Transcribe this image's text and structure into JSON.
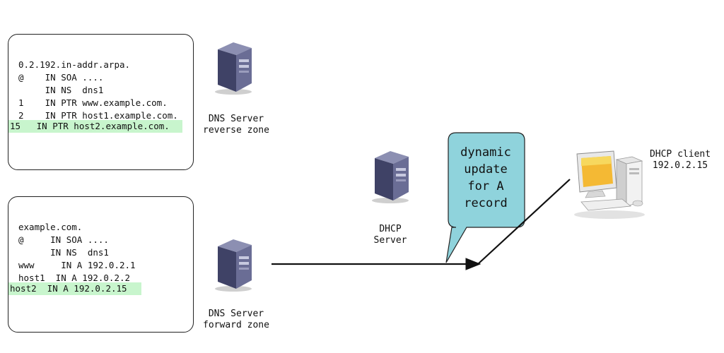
{
  "reverse_zone": {
    "lines": [
      {
        "text": "0.2.192.in-addr.arpa.",
        "highlight": false
      },
      {
        "text": "@    IN SOA ....",
        "highlight": false
      },
      {
        "text": "     IN NS  dns1",
        "highlight": false
      },
      {
        "text": "1    IN PTR www.example.com.",
        "highlight": false
      },
      {
        "text": "2    IN PTR host1.example.com.",
        "highlight": false
      },
      {
        "text": "15   IN PTR host2.example.com.",
        "highlight": true
      }
    ]
  },
  "forward_zone": {
    "lines": [
      {
        "text": "example.com.",
        "highlight": false
      },
      {
        "text": "@     IN SOA ....",
        "highlight": false
      },
      {
        "text": "      IN NS  dns1",
        "highlight": false
      },
      {
        "text": "www     IN A 192.0.2.1",
        "highlight": false
      },
      {
        "text": "host1  IN A 192.0.2.2",
        "highlight": false
      },
      {
        "text": "host2  IN A 192.0.2.15",
        "highlight": true
      }
    ]
  },
  "dns_reverse": {
    "line1": "DNS Server",
    "line2": "reverse zone"
  },
  "dns_forward": {
    "line1": "DNS Server",
    "line2": "forward zone"
  },
  "dhcp_server": {
    "line1": "DHCP",
    "line2": "Server"
  },
  "dhcp_client": {
    "line1": "DHCP client",
    "line2": "192.0.2.15"
  },
  "callout": {
    "line1": "dynamic",
    "line2": "update",
    "line3": "for A",
    "line4": "record"
  },
  "colors": {
    "highlight": "#c8f5cd",
    "callout_fill": "#8fd3dc",
    "server_body": "#5b5e83"
  }
}
